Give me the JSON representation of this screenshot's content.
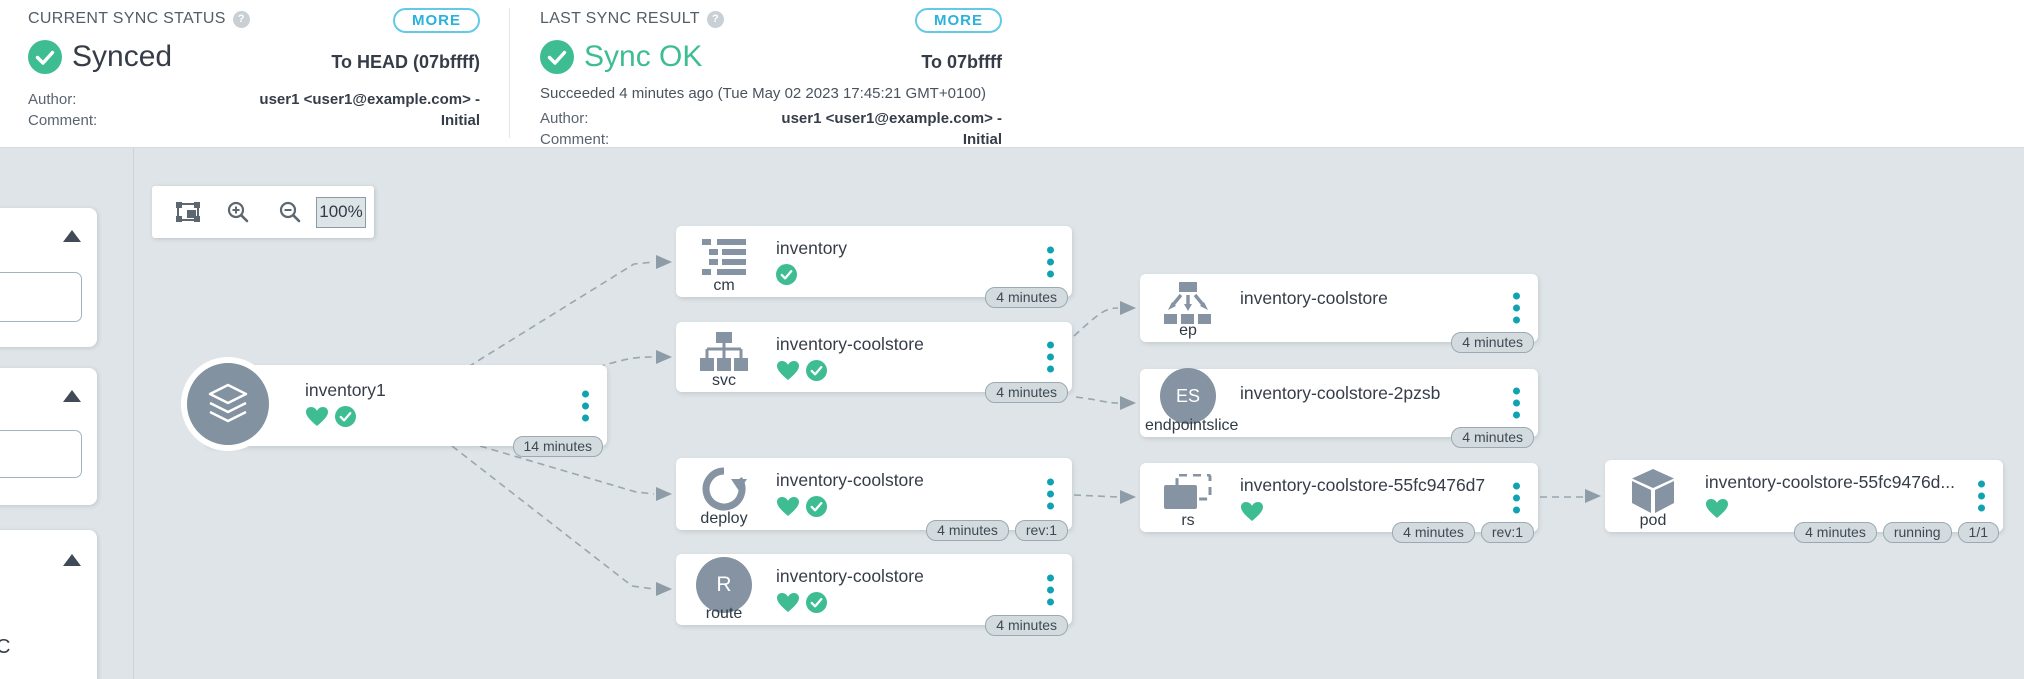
{
  "colors": {
    "green_health": "#3ebd92",
    "cyan_accent": "#29b2dc",
    "teal_menu": "#0fa3b2",
    "icon_gray": "#8593a2",
    "canvas_bg": "#dee4e7",
    "badge_bg": "#d4dbdf",
    "text_dark": "#363d49"
  },
  "status_bar": {
    "current": {
      "title": "CURRENT SYNC STATUS",
      "more_label": "MORE",
      "status": "Synced",
      "revision": "To HEAD (07bffff)",
      "author_label": "Author:",
      "comment_label": "Comment:",
      "author_value": "user1 <user1@example.com> -",
      "comment_value": "Initial"
    },
    "last": {
      "title": "LAST SYNC RESULT",
      "more_label": "MORE",
      "status": "Sync OK",
      "revision": "To 07bffff",
      "succeeded_line": "Succeeded 4 minutes ago (Tue May 02 2023 17:45:21 GMT+0100)",
      "author_label": "Author:",
      "comment_label": "Comment:",
      "author_value": "user1 <user1@example.com> -",
      "comment_value": "Initial"
    }
  },
  "toolbar": {
    "zoom_level": "100%"
  },
  "sidebar": {
    "fragment_text": "C"
  },
  "graph": {
    "nodes": {
      "app": {
        "kind": "",
        "title": "inventory1",
        "age": "14 minutes"
      },
      "cm": {
        "kind": "cm",
        "title": "inventory",
        "age": "4 minutes"
      },
      "svc": {
        "kind": "svc",
        "title": "inventory-coolstore",
        "age": "4 minutes"
      },
      "deploy": {
        "kind": "deploy",
        "title": "inventory-coolstore",
        "age": "4 minutes",
        "rev": "rev:1"
      },
      "route": {
        "kind": "route",
        "title": "inventory-coolstore",
        "age": "4 minutes",
        "avatar": "R"
      },
      "ep": {
        "kind": "ep",
        "title": "inventory-coolstore",
        "age": "4 minutes"
      },
      "es": {
        "kind": "endpointslice",
        "title": "inventory-coolstore-2pzsb",
        "age": "4 minutes",
        "avatar": "ES"
      },
      "rs": {
        "kind": "rs",
        "title": "inventory-coolstore-55fc9476d7",
        "age": "4 minutes",
        "rev": "rev:1"
      },
      "pod": {
        "kind": "pod",
        "title": "inventory-coolstore-55fc9476d...",
        "age": "4 minutes",
        "status": "running",
        "ready": "1/1"
      }
    }
  }
}
